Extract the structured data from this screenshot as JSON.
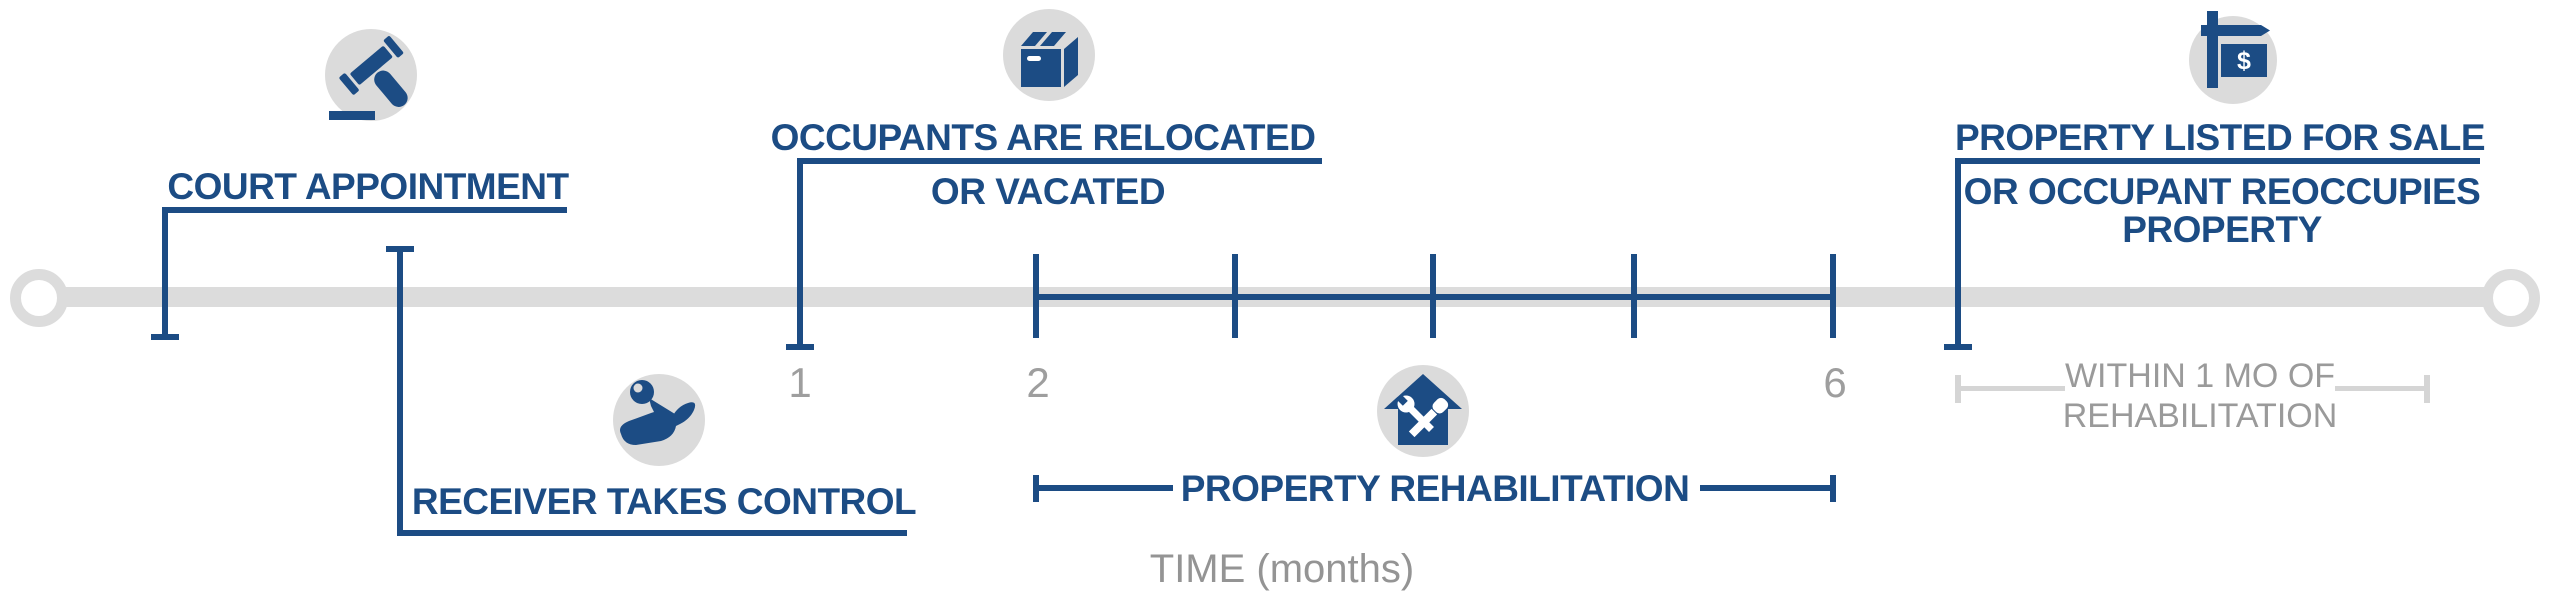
{
  "palette": {
    "navy": "#1c4c84",
    "bar_gray": "#dcdcdc",
    "icon_circle_gray": "#dbdbdb",
    "dimension_line_gray": "#d5d5d5",
    "gray_text": "#9a9a9a",
    "tick_number_gray": "#9e9e9e"
  },
  "events": {
    "court": {
      "label": "COURT APPOINTMENT",
      "icon": "gavel-icon"
    },
    "receiver": {
      "label": "RECEIVER TAKES CONTROL",
      "icon": "key-hand-icon"
    },
    "occupants": {
      "line1": "OCCUPANTS ARE RELOCATED",
      "line2": "OR VACATED",
      "icon": "moving-box-icon"
    },
    "rehabilitation": {
      "label": "PROPERTY REHABILITATION",
      "icon": "house-tools-icon"
    },
    "sale": {
      "line1": "PROPERTY LISTED FOR SALE",
      "line2": "OR OCCUPANT REOCCUPIES",
      "line3": "PROPERTY",
      "icon": "sale-sign-icon",
      "sign_text": "$"
    },
    "within": {
      "line1": "WITHIN 1 MO OF",
      "line2": "REHABILITATION"
    }
  },
  "axis": {
    "title": "TIME (months)",
    "ticks": [
      {
        "label": "1"
      },
      {
        "label": "2"
      },
      {
        "label": "6"
      }
    ]
  }
}
